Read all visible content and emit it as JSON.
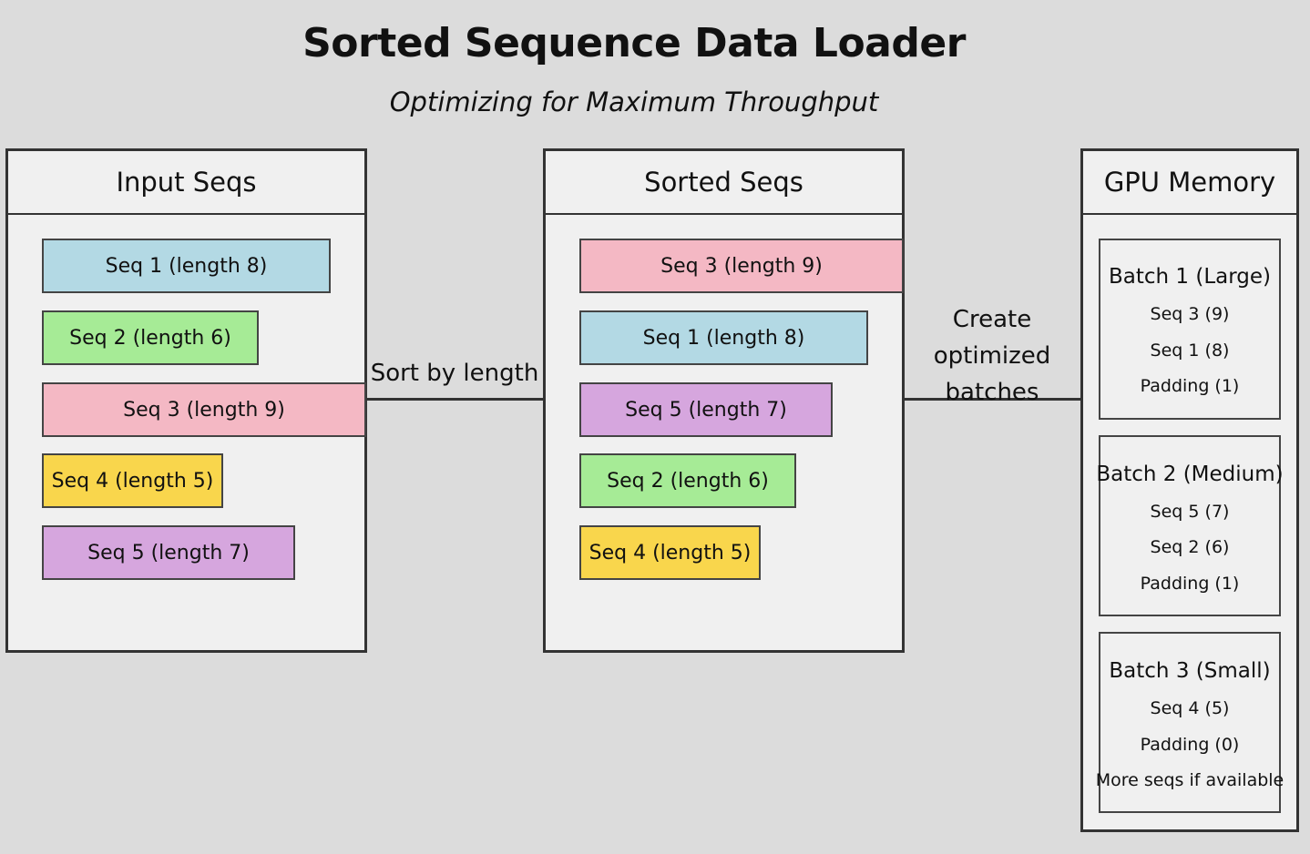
{
  "header": {
    "title": "Sorted Sequence Data Loader",
    "subtitle": "Optimizing for Maximum Throughput"
  },
  "colors": {
    "blue": "#b3d9e4",
    "green": "#a6eb96",
    "pink": "#f4b8c4",
    "yellow": "#f9d64c",
    "purple": "#d6a6de"
  },
  "input_panel": {
    "title": "Input Seqs",
    "items": [
      {
        "label": "Seq 1 (length 8)",
        "color": "blue",
        "length": 8
      },
      {
        "label": "Seq 2 (length 6)",
        "color": "green",
        "length": 6
      },
      {
        "label": "Seq 3 (length 9)",
        "color": "pink",
        "length": 9
      },
      {
        "label": "Seq 4 (length 5)",
        "color": "yellow",
        "length": 5
      },
      {
        "label": "Seq 5 (length 7)",
        "color": "purple",
        "length": 7
      }
    ]
  },
  "sort_connector": {
    "label": "Sort by length"
  },
  "sorted_panel": {
    "title": "Sorted Seqs",
    "items": [
      {
        "label": "Seq 3 (length 9)",
        "color": "pink",
        "length": 9
      },
      {
        "label": "Seq 1 (length 8)",
        "color": "blue",
        "length": 8
      },
      {
        "label": "Seq 5 (length 7)",
        "color": "purple",
        "length": 7
      },
      {
        "label": "Seq 2 (length 6)",
        "color": "green",
        "length": 6
      },
      {
        "label": "Seq 4 (length 5)",
        "color": "yellow",
        "length": 5
      }
    ]
  },
  "batch_connector": {
    "label_lines": [
      "Create",
      "optimized",
      "batches"
    ]
  },
  "gpu_panel": {
    "title": "GPU Memory",
    "batches": [
      {
        "title": "Batch 1 (Large)",
        "lines": [
          "Seq 3 (9)",
          "Seq 1 (8)",
          "Padding (1)"
        ]
      },
      {
        "title": "Batch 2 (Medium)",
        "lines": [
          "Seq 5 (7)",
          "Seq 2 (6)",
          "Padding (1)"
        ]
      },
      {
        "title": "Batch 3 (Small)",
        "lines": [
          "Seq 4 (5)",
          "Padding (0)",
          "More seqs if available"
        ]
      }
    ]
  }
}
